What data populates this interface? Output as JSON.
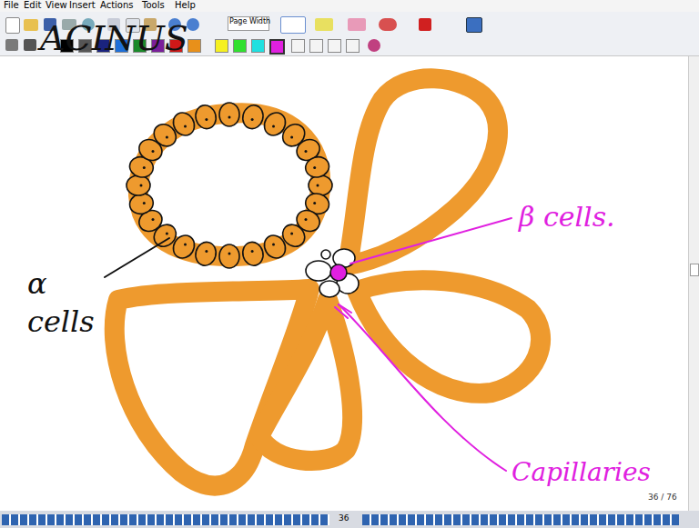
{
  "diagram": {
    "labels": [
      "File",
      "Edit",
      "View",
      "Insert",
      "Actions",
      "Tools",
      "Help",
      "Page Width",
      "ACINUS",
      "α cells",
      "β cells.",
      "Capillaries",
      "36 / 76",
      "36"
    ]
  }
}
